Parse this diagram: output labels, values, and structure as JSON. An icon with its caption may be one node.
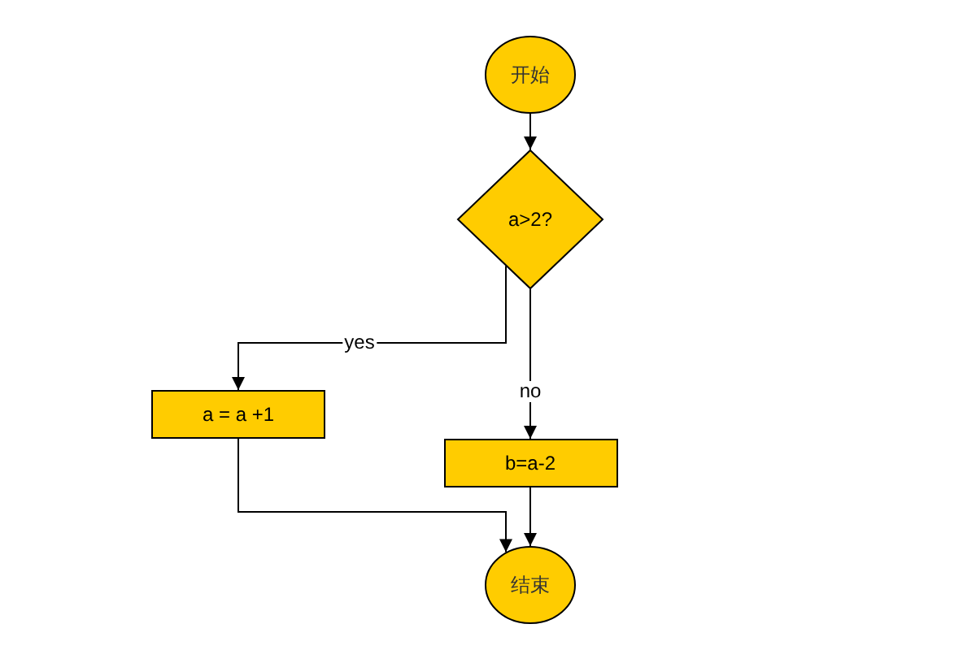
{
  "diagram": {
    "nodes": [
      {
        "text": [
          "开始"
        ]
      },
      {
        "text": [
          "a>2?"
        ]
      },
      {
        "text": [
          "a = a +1"
        ]
      },
      {
        "text": [
          "b=a-2"
        ]
      },
      {
        "text": [
          "结束"
        ]
      }
    ],
    "edges": [
      {
        "from": 0,
        "to": 1,
        "arrow": "to"
      },
      {
        "from": 1,
        "to": 2,
        "arrow": "to",
        "label": "yes"
      },
      {
        "from": 1,
        "to": 3,
        "arrow": "to",
        "label": "no"
      },
      {
        "from": 2,
        "to": 4,
        "arrow": "to"
      },
      {
        "from": 3,
        "to": 4,
        "arrow": "to"
      }
    ]
  }
}
